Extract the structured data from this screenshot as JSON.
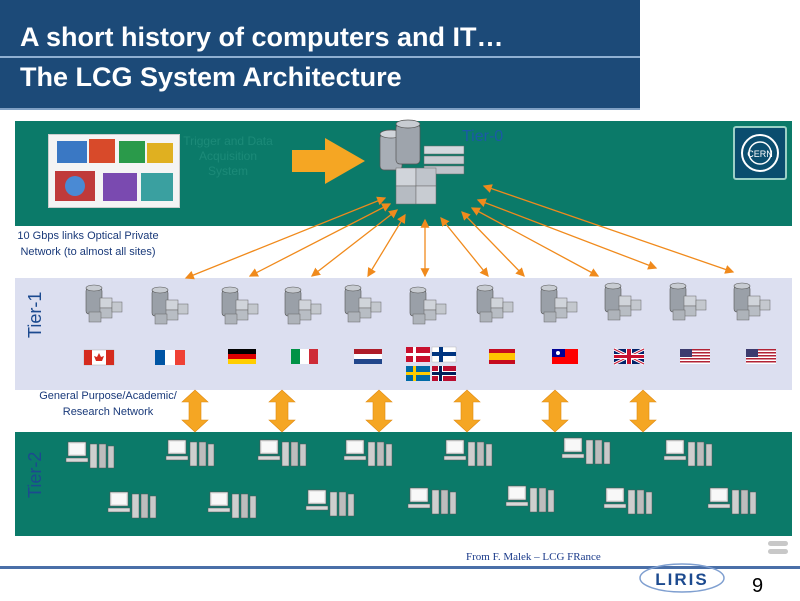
{
  "title": {
    "line1": "A short history of computers and IT…",
    "line2": "The LCG System Architecture"
  },
  "tier0": {
    "label": "Tier-0",
    "trigger_text": "Trigger and Data Acquisition System"
  },
  "tier1": {
    "label": "Tier-1",
    "sites": [
      {
        "flag": "canada"
      },
      {
        "flag": "france"
      },
      {
        "flag": "germany"
      },
      {
        "flag": "italy"
      },
      {
        "flag": "netherlands"
      },
      {
        "flag": "denmark-finland-sweden-norway"
      },
      {
        "flag": "spain"
      },
      {
        "flag": "taiwan"
      },
      {
        "flag": "united-kingdom"
      },
      {
        "flag": "usa"
      },
      {
        "flag": "usa"
      }
    ]
  },
  "tier2": {
    "label": "Tier-2"
  },
  "links_label": "10 Gbps links Optical Private Network (to almost all sites)",
  "general_network_label": "General Purpose/Academic/ Research Network",
  "credit": "From F. Malek – LCG FRance",
  "page_number": "9",
  "logos": {
    "cern": "CERN",
    "lab": "LIRIS"
  },
  "colors": {
    "title_bg": "#1c4a78",
    "tier_band": "#0b7a69",
    "tier1_band": "#dcdff0",
    "arrow": "#f08a1c",
    "tier_text": "#1c4a8f"
  }
}
